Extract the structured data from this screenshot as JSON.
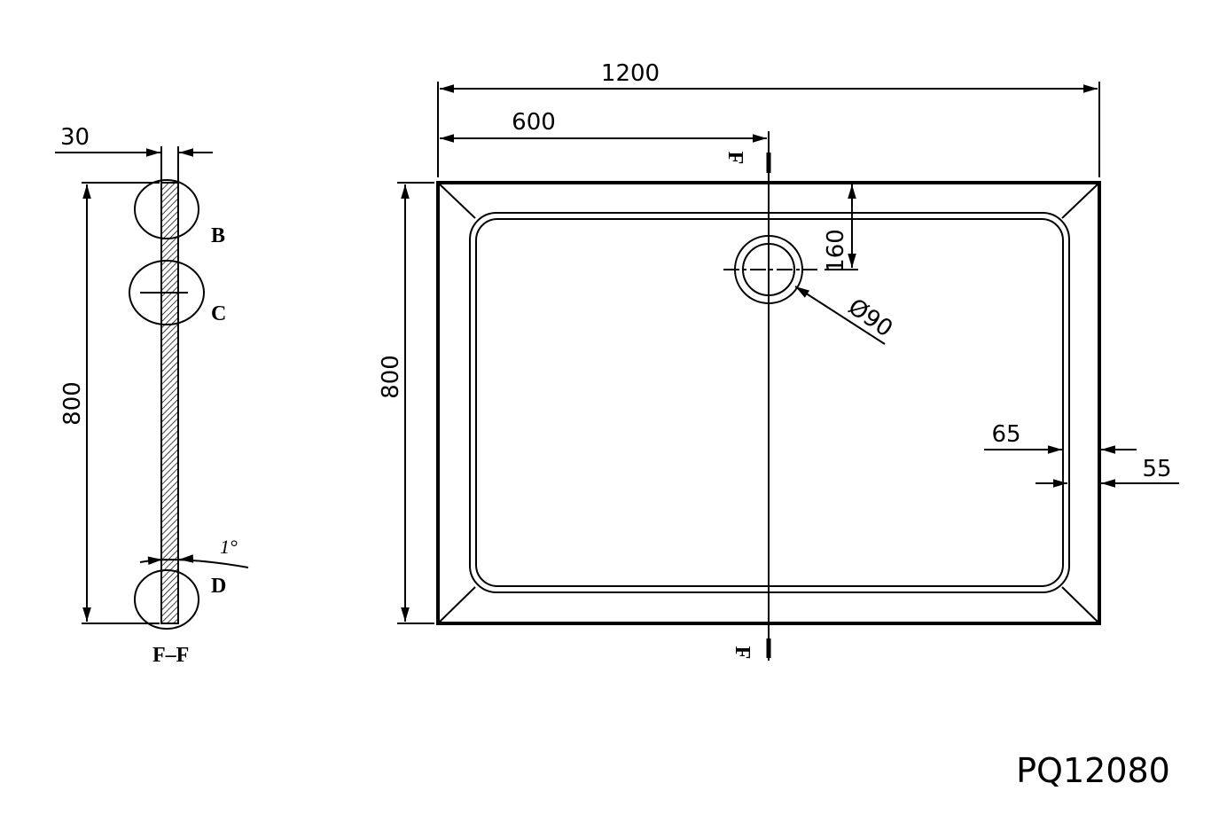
{
  "drawing": {
    "model": "PQ12080",
    "plan": {
      "width_dim": "1200",
      "half_width_dim": "600",
      "depth_dim": "800",
      "drain_offset_dim": "160",
      "drain_diameter_dim": "Ø90",
      "rim_inner_dim": "65",
      "rim_outer_dim": "55",
      "section_mark": "F"
    },
    "section": {
      "thickness_dim": "30",
      "depth_dim": "800",
      "detail_b": "B",
      "detail_c": "C",
      "detail_d": "D",
      "slope": "1°",
      "title": "F–F"
    },
    "line_color": "#000000"
  }
}
